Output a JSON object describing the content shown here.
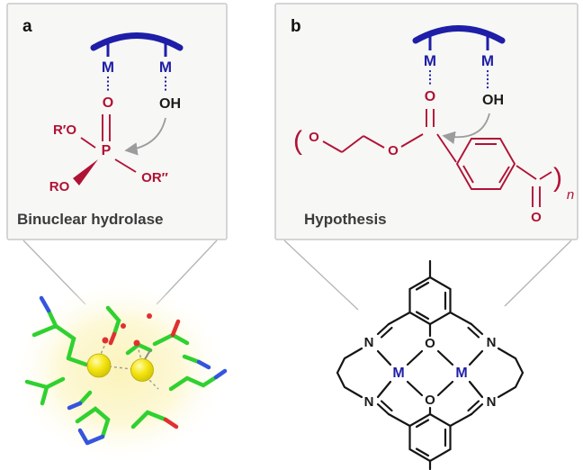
{
  "panel_a": {
    "label": "a",
    "caption": "Binuclear hydrolase",
    "metal_left": "M",
    "metal_right": "M",
    "oxo_oxygen": "O",
    "hydroxide": "OH",
    "phosphorus": "P",
    "substituent_top_left": "R′O",
    "substituent_bottom_left": "RO",
    "substituent_bottom_right": "OR″"
  },
  "panel_b": {
    "label": "b",
    "caption": "Hypothesis",
    "metal_left": "M",
    "metal_right": "M",
    "carbonyl_oxygen_top": "O",
    "hydroxide": "OH",
    "paren_open": "(",
    "chain_oxygen": "O",
    "ester_oxygen": "O",
    "paren_close": ")",
    "repeat_index": "n",
    "carbonyl_oxygen_bottom": "O"
  },
  "macrocycle": {
    "metal_left": "M",
    "metal_right": "M",
    "oxygen_top": "O",
    "oxygen_bottom": "O",
    "nitrogen_top_left": "N",
    "nitrogen_top_right": "N",
    "nitrogen_bottom_left": "N",
    "nitrogen_bottom_right": "N"
  },
  "colors": {
    "metal_blue": "#1e1ea8",
    "substrate_red": "#b01235",
    "caption_gray": "#3b3b3b",
    "panel_fill": "#f7f7f5",
    "panel_border": "#c9c9c9",
    "arrow_gray": "#9c9c9c",
    "stick_green": "#2fd12f",
    "nitrogen_blue": "#3555dd",
    "oxygen_red": "#e03030",
    "metal_sphere_yellow": "#f2e20c",
    "glow_yellow": "#fdf7cd"
  }
}
